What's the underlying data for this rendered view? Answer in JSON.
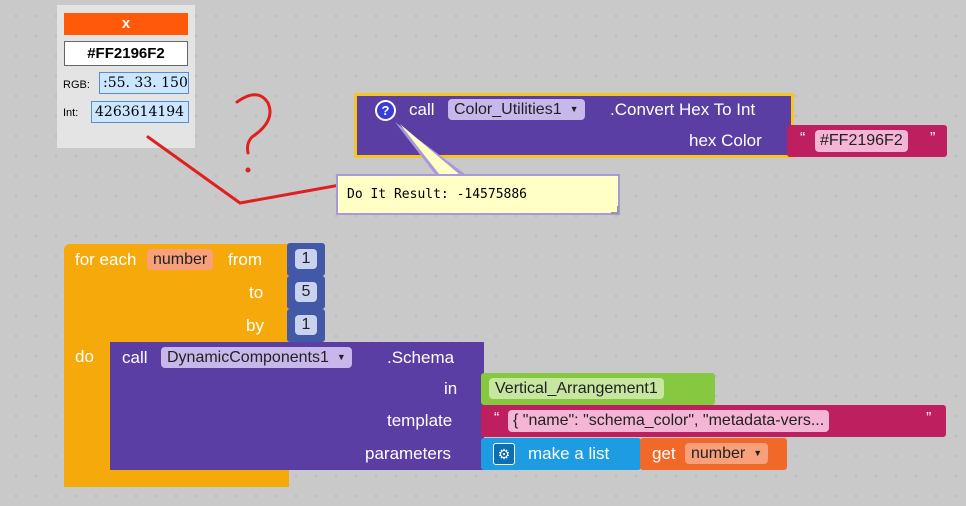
{
  "panel": {
    "close_label": "x",
    "hex_value": "#FF2196F2",
    "rgb_label": "RGB:",
    "rgb_value": ":55. 33. 150",
    "int_label": "Int:",
    "int_value": "4263614194"
  },
  "annotation": {
    "question_mark": "?",
    "color": "#e02020"
  },
  "convert_block": {
    "help_icon": "?",
    "call": "call",
    "component": "Color_Utilities1",
    "method": ".Convert Hex To Int",
    "param_label": "hex Color",
    "param_value": "#FF2196F2"
  },
  "result_bubble": {
    "text": "Do It Result: -14575886"
  },
  "loop_block": {
    "for_each": "for each",
    "variable": "number",
    "from": "from",
    "from_value": "1",
    "to": "to",
    "to_value": "5",
    "by": "by",
    "by_value": "1",
    "do": "do"
  },
  "schema_block": {
    "call": "call",
    "component": "DynamicComponents1",
    "method": ".Schema",
    "in_label": "in",
    "in_value": "Vertical_Arrangement1",
    "template_label": "template",
    "template_value": "{     \"name\": \"schema_color\",     \"metadata-vers...",
    "parameters_label": "parameters",
    "make_list": "make a list",
    "get": "get",
    "get_variable": "number"
  },
  "colors": {
    "purple": "#5b3ea3",
    "orange": "#f5a90a",
    "magenta": "#bd1f5f",
    "green": "#86c940",
    "blue": "#1d9be3",
    "number": "#4159a6"
  }
}
